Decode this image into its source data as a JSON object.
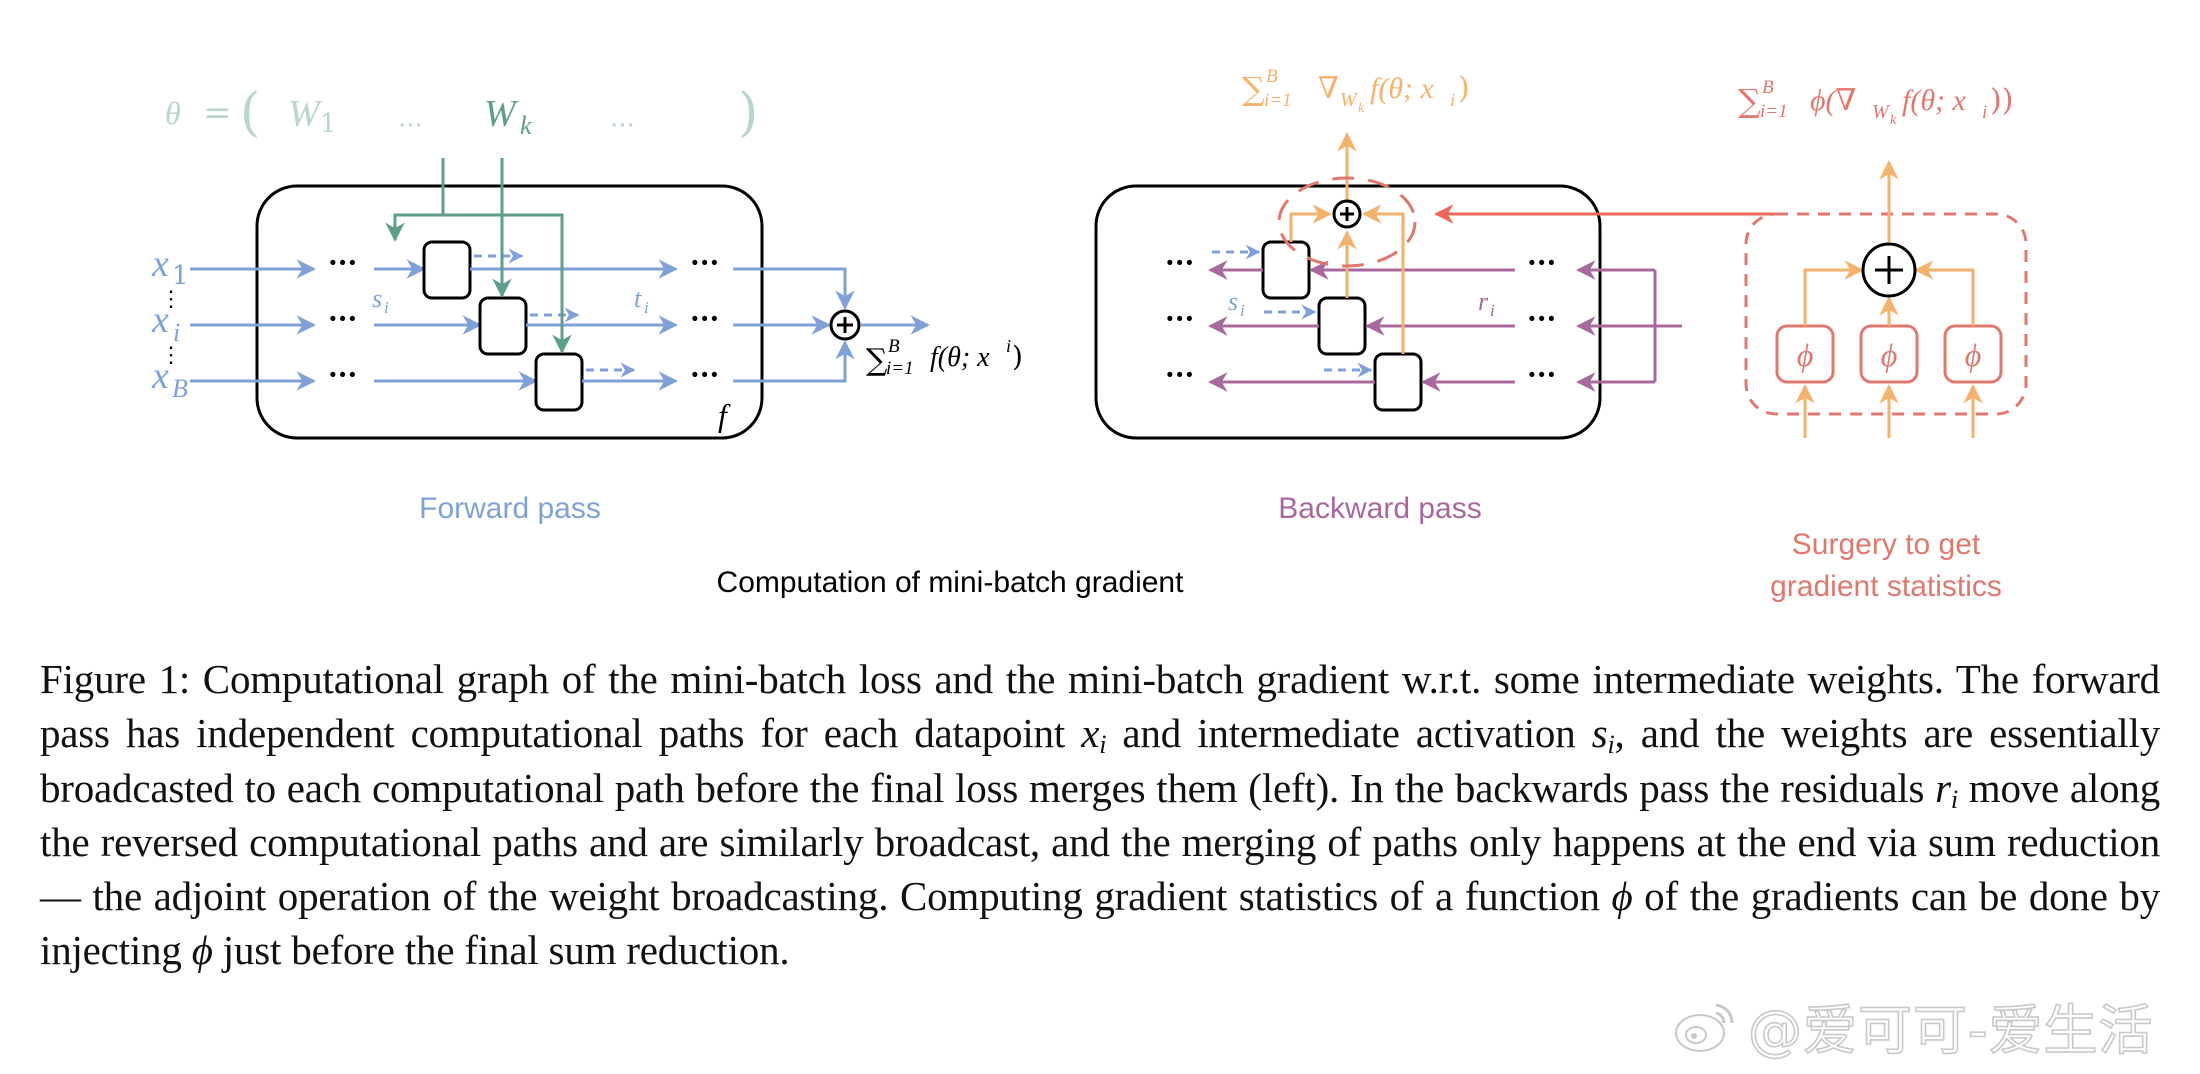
{
  "colors": {
    "forward_blue": "#7fa1d8",
    "weight_green": "#5f9e8c",
    "weight_faded": "#b8d6cc",
    "backward_purple": "#a8689e",
    "gradient_orange": "#f4b26c",
    "surgery_red": "#e07870",
    "surgery_arrow": "#e86a5e",
    "ink": "#000000"
  },
  "theta_row": {
    "theta": "θ",
    "equals": "=",
    "open_paren": "(",
    "w1": "W",
    "w1_sub": "1",
    "dots_1": "...",
    "wk": "W",
    "wk_sub": "k",
    "dots_2": "...",
    "close_paren": ")"
  },
  "forward": {
    "inputs": [
      {
        "symbol": "x",
        "sub": "1"
      },
      {
        "symbol": "x",
        "sub": "i"
      },
      {
        "symbol": "x",
        "sub": "B"
      }
    ],
    "vdots": "⋮",
    "ellipsis": "···",
    "s_label": "s",
    "s_sub": "i",
    "t_label": "t",
    "t_sub": "i",
    "f_label": "f",
    "sum_symbol": "∑",
    "sum_sup": "B",
    "sum_sub": "i=1",
    "sum_expr": "f(θ; x",
    "sum_expr_sup": "i",
    "sum_expr_end": ")",
    "label": "Forward pass"
  },
  "backward": {
    "ellipsis": "···",
    "s_label": "s",
    "s_sub": "i",
    "r_label": "r",
    "r_sub": "i",
    "out_sum_symbol": "∑",
    "out_sum_sup": "B",
    "out_sum_sub": "i=1",
    "out_nabla": "∇",
    "out_nabla_sub": "W",
    "out_nabla_subsub": "k",
    "out_expr": "f(θ; x",
    "out_expr_sub": "i",
    "out_expr_end": ")",
    "label": "Backward pass"
  },
  "surgery": {
    "phi": "ϕ",
    "out_sum_symbol": "∑",
    "out_sum_sup": "B",
    "out_sum_sub": "i=1",
    "out_phi_open": "ϕ(∇",
    "out_nabla_sub": "W",
    "out_nabla_subsub": "k",
    "out_expr": "f(θ; x",
    "out_expr_sub": "i",
    "out_expr_end": "))",
    "label_line1": "Surgery to get",
    "label_line2": "gradient statistics"
  },
  "figure_title": "Computation of mini-batch gradient",
  "caption": {
    "p1": "Figure 1: Computational graph of the mini-batch loss and the mini-batch gradient w.r.t. some intermediate weights.  The forward pass has independent computational paths for each datapoint ",
    "m1": "x",
    "m1_sub": "i",
    "p2": " and intermediate activation ",
    "m2": "s",
    "m2_sub": "i",
    "p3": ", and the weights are essentially broadcasted to each computational path before the final loss merges them (left). In the backwards pass the residuals ",
    "m3": "r",
    "m3_sub": "i",
    "p4": " move along the reversed computational paths and are similarly broadcast, and the merging of paths only happens at the end via sum reduction — the adjoint operation of the weight broadcasting. Computing gradient statistics of a function ",
    "m4": "ϕ",
    "p5": " of the gradients can be done by injecting ",
    "m5": "ϕ",
    "p6": " just before the final sum reduction."
  },
  "watermark": {
    "text": "@爱可可-爱生活"
  }
}
